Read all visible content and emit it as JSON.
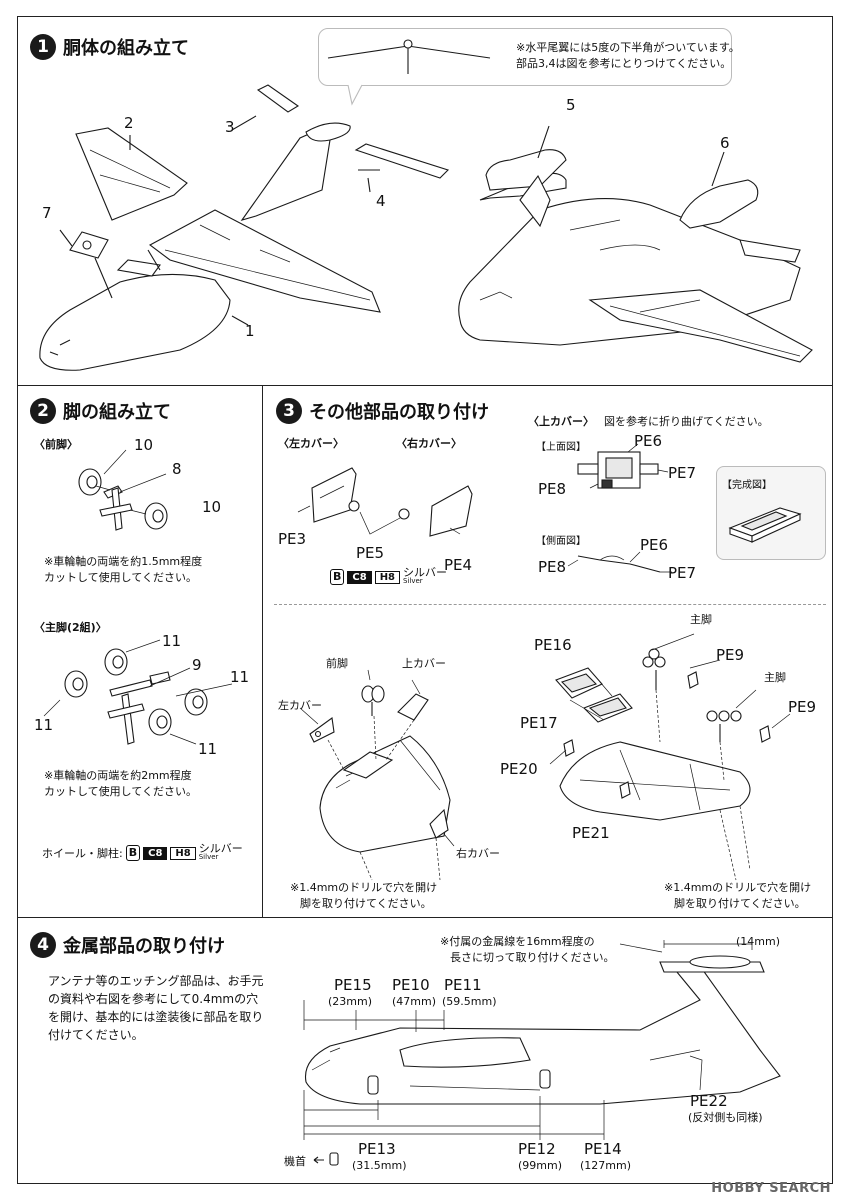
{
  "steps": {
    "s1": {
      "num": "1",
      "title": "胴体の組み立て"
    },
    "s2": {
      "num": "2",
      "title": "脚の組み立て"
    },
    "s3": {
      "num": "3",
      "title": "その他部品の取り付け"
    },
    "s4": {
      "num": "4",
      "title": "金属部品の取り付け"
    }
  },
  "step1": {
    "note_line1": "※水平尾翼には5度の下半角がついています。",
    "note_line2": "部品3,4は図を参考にとりつけてください。",
    "parts": [
      "1",
      "2",
      "3",
      "4",
      "5",
      "6",
      "7"
    ]
  },
  "step2": {
    "front_title": "〈前脚〉",
    "front_parts": [
      "10",
      "8",
      "10"
    ],
    "front_note_1": "※車輪軸の両端を約1.5mm程度",
    "front_note_2": "カットして使用してください。",
    "main_title": "〈主脚(2組)〉",
    "main_parts": [
      "11",
      "9",
      "11",
      "11",
      "11"
    ],
    "main_note_1": "※車輪軸の両端を約2mm程度",
    "main_note_2": "カットして使用してください。",
    "paint_label": "ホイール・脚柱:"
  },
  "paint": {
    "code": "B",
    "c": "C8",
    "h": "H8",
    "jp": "シルバー",
    "en": "Silver"
  },
  "step3": {
    "left_cover": "〈左カバー〉",
    "right_cover": "〈右カバー〉",
    "upper_cover_title": "〈上カバー〉",
    "upper_cover_text": "図を参考に折り曲げてください。",
    "top_view": "【上面図】",
    "side_view": "【側面図】",
    "finished": "【完成図】",
    "pe3": "PE3",
    "pe4": "PE4",
    "pe5": "PE5",
    "pe6": "PE6",
    "pe7": "PE7",
    "pe8": "PE8",
    "pe6b": "PE6",
    "pe7b": "PE7",
    "pe8b": "PE8",
    "nose_gear": "前脚",
    "upper_cover": "上カバー",
    "left_cover2": "左カバー",
    "right_cover2": "右カバー",
    "drill_left_1": "※1.4mmのドリルで穴を開け",
    "drill_left_2": "脚を取り付けてください。",
    "pe16": "PE16",
    "pe17": "PE17",
    "pe20": "PE20",
    "pe21": "PE21",
    "pe9a": "PE9",
    "pe9b": "PE9",
    "main_gear_a": "主脚",
    "main_gear_b": "主脚",
    "drill_right_1": "※1.4mmのドリルで穴を開け",
    "drill_right_2": "脚を取り付けてください。"
  },
  "step4": {
    "intro_1": "アンテナ等のエッチング部品は、お手元",
    "intro_2": "の資料や右図を参考にして0.4mmの穴",
    "intro_3": "を開け、基本的には塗装後に部品を取り",
    "intro_4": "付けてください。",
    "wire_note_1": "※付属の金属線を16mm程度の",
    "wire_note_2": "長さに切って取り付けください。",
    "wire_len": "(14mm)",
    "pe15": "PE15",
    "pe15_d": "(23mm)",
    "pe10": "PE10",
    "pe10_d": "(47mm)",
    "pe11": "PE11",
    "pe11_d": "(59.5mm)",
    "pe22": "PE22",
    "pe22_d": "(反対側も同様)",
    "pe13": "PE13",
    "pe13_d": "(31.5mm)",
    "pe12": "PE12",
    "pe12_d": "(99mm)",
    "pe14": "PE14",
    "pe14_d": "(127mm)",
    "nose": "機首"
  },
  "watermark": "HOBBY SEARCH"
}
